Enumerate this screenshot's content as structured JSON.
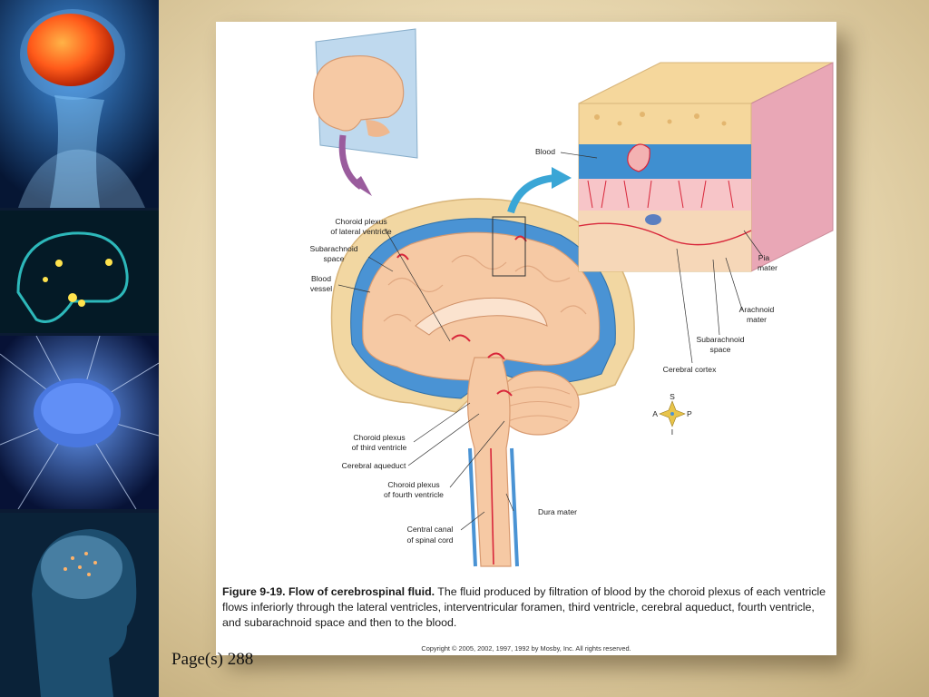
{
  "figure": {
    "labels": {
      "choroid_plexus_lateral": [
        "Choroid plexus",
        "of lateral ventricle"
      ],
      "subarachnoid_space_left": [
        "Subarachnoid",
        "space"
      ],
      "blood_vessel": [
        "Blood",
        "vessel"
      ],
      "blood": "Blood",
      "pia_mater": [
        "Pia",
        "mater"
      ],
      "arachnoid_mater": [
        "Arachnoid",
        "mater"
      ],
      "subarachnoid_space_right": [
        "Subarachnoid",
        "space"
      ],
      "cerebral_cortex": "Cerebral cortex",
      "choroid_plexus_third": [
        "Choroid plexus",
        "of third ventricle"
      ],
      "cerebral_aqueduct": "Cerebral aqueduct",
      "choroid_plexus_fourth": [
        "Choroid plexus",
        "of fourth ventricle"
      ],
      "dura_mater": "Dura mater",
      "central_canal": [
        "Central canal",
        "of spinal cord"
      ]
    },
    "compass": {
      "superior": "S",
      "anterior": "A",
      "posterior": "P",
      "inferior": "I"
    },
    "caption_title": "Figure 9-19. Flow of cerebrospinal fluid.",
    "caption_body": " The fluid produced by filtration of blood by the choroid plexus of each ventricle flows inferiorly  through the lateral ventricles, interventricular foramen, third ventricle, cerebral aqueduct, fourth ventricle, and subarachnoid space and then to the blood.",
    "copyright": "Copyright © 2005, 2002, 1997, 1992 by Mosby, Inc. All rights reserved."
  },
  "page_reference": "Page(s) 288",
  "colors": {
    "brain": "#f6c9a4",
    "csf_blue": "#3f8fd0",
    "vessel_red": "#d8263a",
    "bone": "#f2d7a2"
  }
}
